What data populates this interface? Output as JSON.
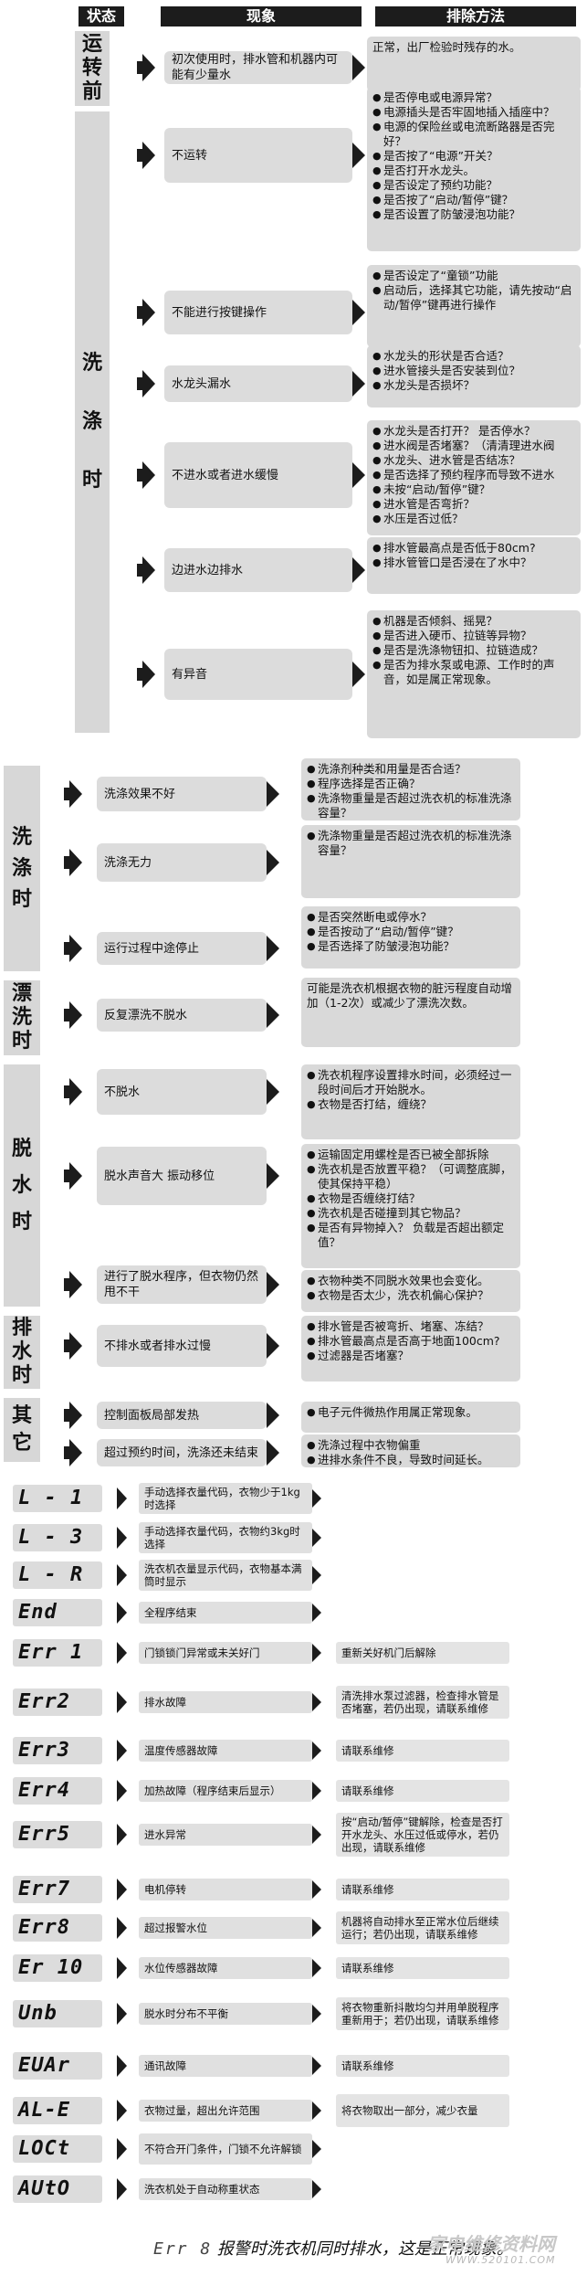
{
  "header": {
    "col_state": "状态",
    "col_symptom": "现象",
    "col_fix": "排除方法"
  },
  "section1": [
    {
      "state": "运转前",
      "rows": [
        {
          "symptom": "初次使用时，排水管和机器内可能有少量水",
          "fix": [
            "正常，出厂检验时残存的水。"
          ]
        }
      ]
    },
    {
      "state": "洗涤时",
      "rows": [
        {
          "symptom": "不运转",
          "fix": [
            "是否停电或电源异常？",
            "电源插头是否牢固地插入插座中？",
            "电源的保险丝或电流断路器是否完好？",
            "是否按了“电源”开关？",
            "是否打开水龙头。",
            "是否设定了预约功能？",
            "是否按了“启动/暂停”键？",
            "是否设置了防皱浸泡功能？"
          ]
        },
        {
          "symptom": "不能进行按键操作",
          "fix": [
            "是否设定了“童锁”功能",
            "启动后，选择其它功能，请先按动“启动/暂停”键再进行操作"
          ]
        },
        {
          "symptom": "水龙头漏水",
          "fix": [
            "水龙头的形状是否合适？",
            "进水管接头是否安装到位？",
            "水龙头是否损坏？"
          ]
        },
        {
          "symptom": "不进水或者进水缓慢",
          "fix": [
            "水龙头是否打开？ 是否停水？",
            "进水阀是否堵塞？（清清理进水阀",
            "水龙头、进水管是否结冻？",
            "是否选择了预约程序而导致不进水",
            "未按“启动/暂停”键？",
            "进水管是否弯折？",
            "水压是否过低？"
          ]
        },
        {
          "symptom": "边进水边排水",
          "fix": [
            "排水管最高点是否低于80cm?",
            "排水管管口是否浸在了水中？"
          ]
        },
        {
          "symptom": "有异音",
          "fix": [
            "机器是否倾斜、摇晃？",
            "是否进入硬币、拉链等异物？",
            "是否是洗涤物钮扣、拉链造成？",
            "是否为排水泵或电源、工作时的声音，如是属正常现象。"
          ]
        }
      ]
    }
  ],
  "section2": [
    {
      "state": "洗涤时",
      "rows": [
        {
          "symptom": "洗涤效果不好",
          "fix": [
            "洗涤剂种类和用量是否合适？",
            "程序选择是否正确？",
            "洗涤物重量是否超过洗衣机的标准洗涤容量？"
          ]
        },
        {
          "symptom": "洗涤无力",
          "fix": [
            "洗涤物重量是否超过洗衣机的标准洗涤容量？"
          ]
        },
        {
          "symptom": "运行过程中途停止",
          "fix": [
            "是否突然断电或停水？",
            "是否按动了“启动/暂停”键？",
            "是否选择了防皱浸泡功能？"
          ]
        }
      ]
    },
    {
      "state": "漂洗时",
      "rows": [
        {
          "symptom": "反复漂洗不脱水",
          "fix": [
            "可能是洗衣机根据衣物的脏污程度自动增加（1-2次）或减少了漂洗次数。"
          ]
        }
      ]
    },
    {
      "state": "脱水时",
      "rows": [
        {
          "symptom": "不脱水",
          "fix": [
            "洗衣机程序设置排水时间，必须经过一段时间后才开始脱水。",
            "衣物是否打结，缠绕？"
          ]
        },
        {
          "symptom": "脱水声音大 振动移位",
          "fix": [
            "运输固定用螺栓是否已被全部拆除",
            "洗衣机是否放置平稳？（可调整底脚，使其保持平稳）",
            "衣物是否缠绕打结？",
            "洗衣机是否碰撞到其它物品？",
            "是否有异物掉入？ 负载是否超出额定值？"
          ]
        },
        {
          "symptom": "进行了脱水程序，但衣物仍然甩不干",
          "fix": [
            "衣物种类不同脱水效果也会变化。",
            "衣物是否太少，洗衣机偏心保护？"
          ]
        }
      ]
    },
    {
      "state": "排水时",
      "rows": [
        {
          "symptom": "不排水或者排水过慢",
          "fix": [
            "排水管是否被弯折、堵塞、冻结？",
            "排水管最高点是否高于地面100cm?",
            "过滤器是否堵塞？"
          ]
        }
      ]
    },
    {
      "state": "其它",
      "rows": [
        {
          "symptom": "控制面板局部发热",
          "fix": [
            "电子元件微热作用属正常现象。"
          ]
        },
        {
          "symptom": "超过预约时间，洗涤还未结束",
          "fix": [
            "洗涤过程中衣物偏重",
            "进排水条件不良，导致时间延长。"
          ]
        }
      ]
    }
  ],
  "codes": [
    {
      "code": "L - 1",
      "desc": "手动选择衣量代码，衣物少于1kg时选择",
      "fix": ""
    },
    {
      "code": "L - 3",
      "desc": "手动选择衣量代码，衣物约3kg时选择",
      "fix": ""
    },
    {
      "code": "L - R",
      "desc": "洗衣机衣量显示代码，衣物基本满筒时显示",
      "fix": ""
    },
    {
      "code": "End",
      "desc": "全程序结束",
      "fix": ""
    },
    {
      "code": "Err 1",
      "desc": "门锁锁门异常或未关好门",
      "fix": "重新关好机门后解除"
    },
    {
      "code": "Err2",
      "desc": "排水故障",
      "fix": "清洗排水泵过滤器，检查排水管是否堵塞，若仍出现，请联系维修"
    },
    {
      "code": "Err3",
      "desc": "温度传感器故障",
      "fix": "请联系维修"
    },
    {
      "code": "Err4",
      "desc": "加热故障（程序结束后显示）",
      "fix": "请联系维修"
    },
    {
      "code": "Err5",
      "desc": "进水异常",
      "fix": "按“启动/暂停”键解除，检查是否打开水龙头、水压过低或停水，若仍出现，请联系维修"
    },
    {
      "code": "Err7",
      "desc": "电机停转",
      "fix": "请联系维修"
    },
    {
      "code": "Err8",
      "desc": "超过报警水位",
      "fix": "机器将自动排水至正常水位后继续运行；若仍出现，请联系维修"
    },
    {
      "code": "Er 10",
      "desc": "水位传感器故障",
      "fix": "请联系维修"
    },
    {
      "code": "Unb",
      "desc": "脱水时分布不平衡",
      "fix": "将衣物重新抖散均匀并用单脱程序重新用于；若仍出现，请联系维修"
    },
    {
      "code": "EUAr",
      "desc": "通讯故障",
      "fix": "请联系维修"
    },
    {
      "code": "AL-E",
      "desc": "衣物过量，超出允许范围",
      "fix": "将衣物取出一部分，减少衣量"
    },
    {
      "code": "LOCt",
      "desc": "不符合开门条件，门锁不允许解锁",
      "fix": ""
    },
    {
      "code": "AUtO",
      "desc": "洗衣机处于自动称重状态",
      "fix": ""
    }
  ],
  "footer": {
    "note_code": "Err 8",
    "note": "报警时洗衣机同时排水，这是正常现象。"
  },
  "watermark": {
    "text": "家电维修资料网",
    "url": "WWW.520101.COM"
  },
  "colors": {
    "dark": "#1c1c1c",
    "box": "#dcdcdc"
  }
}
